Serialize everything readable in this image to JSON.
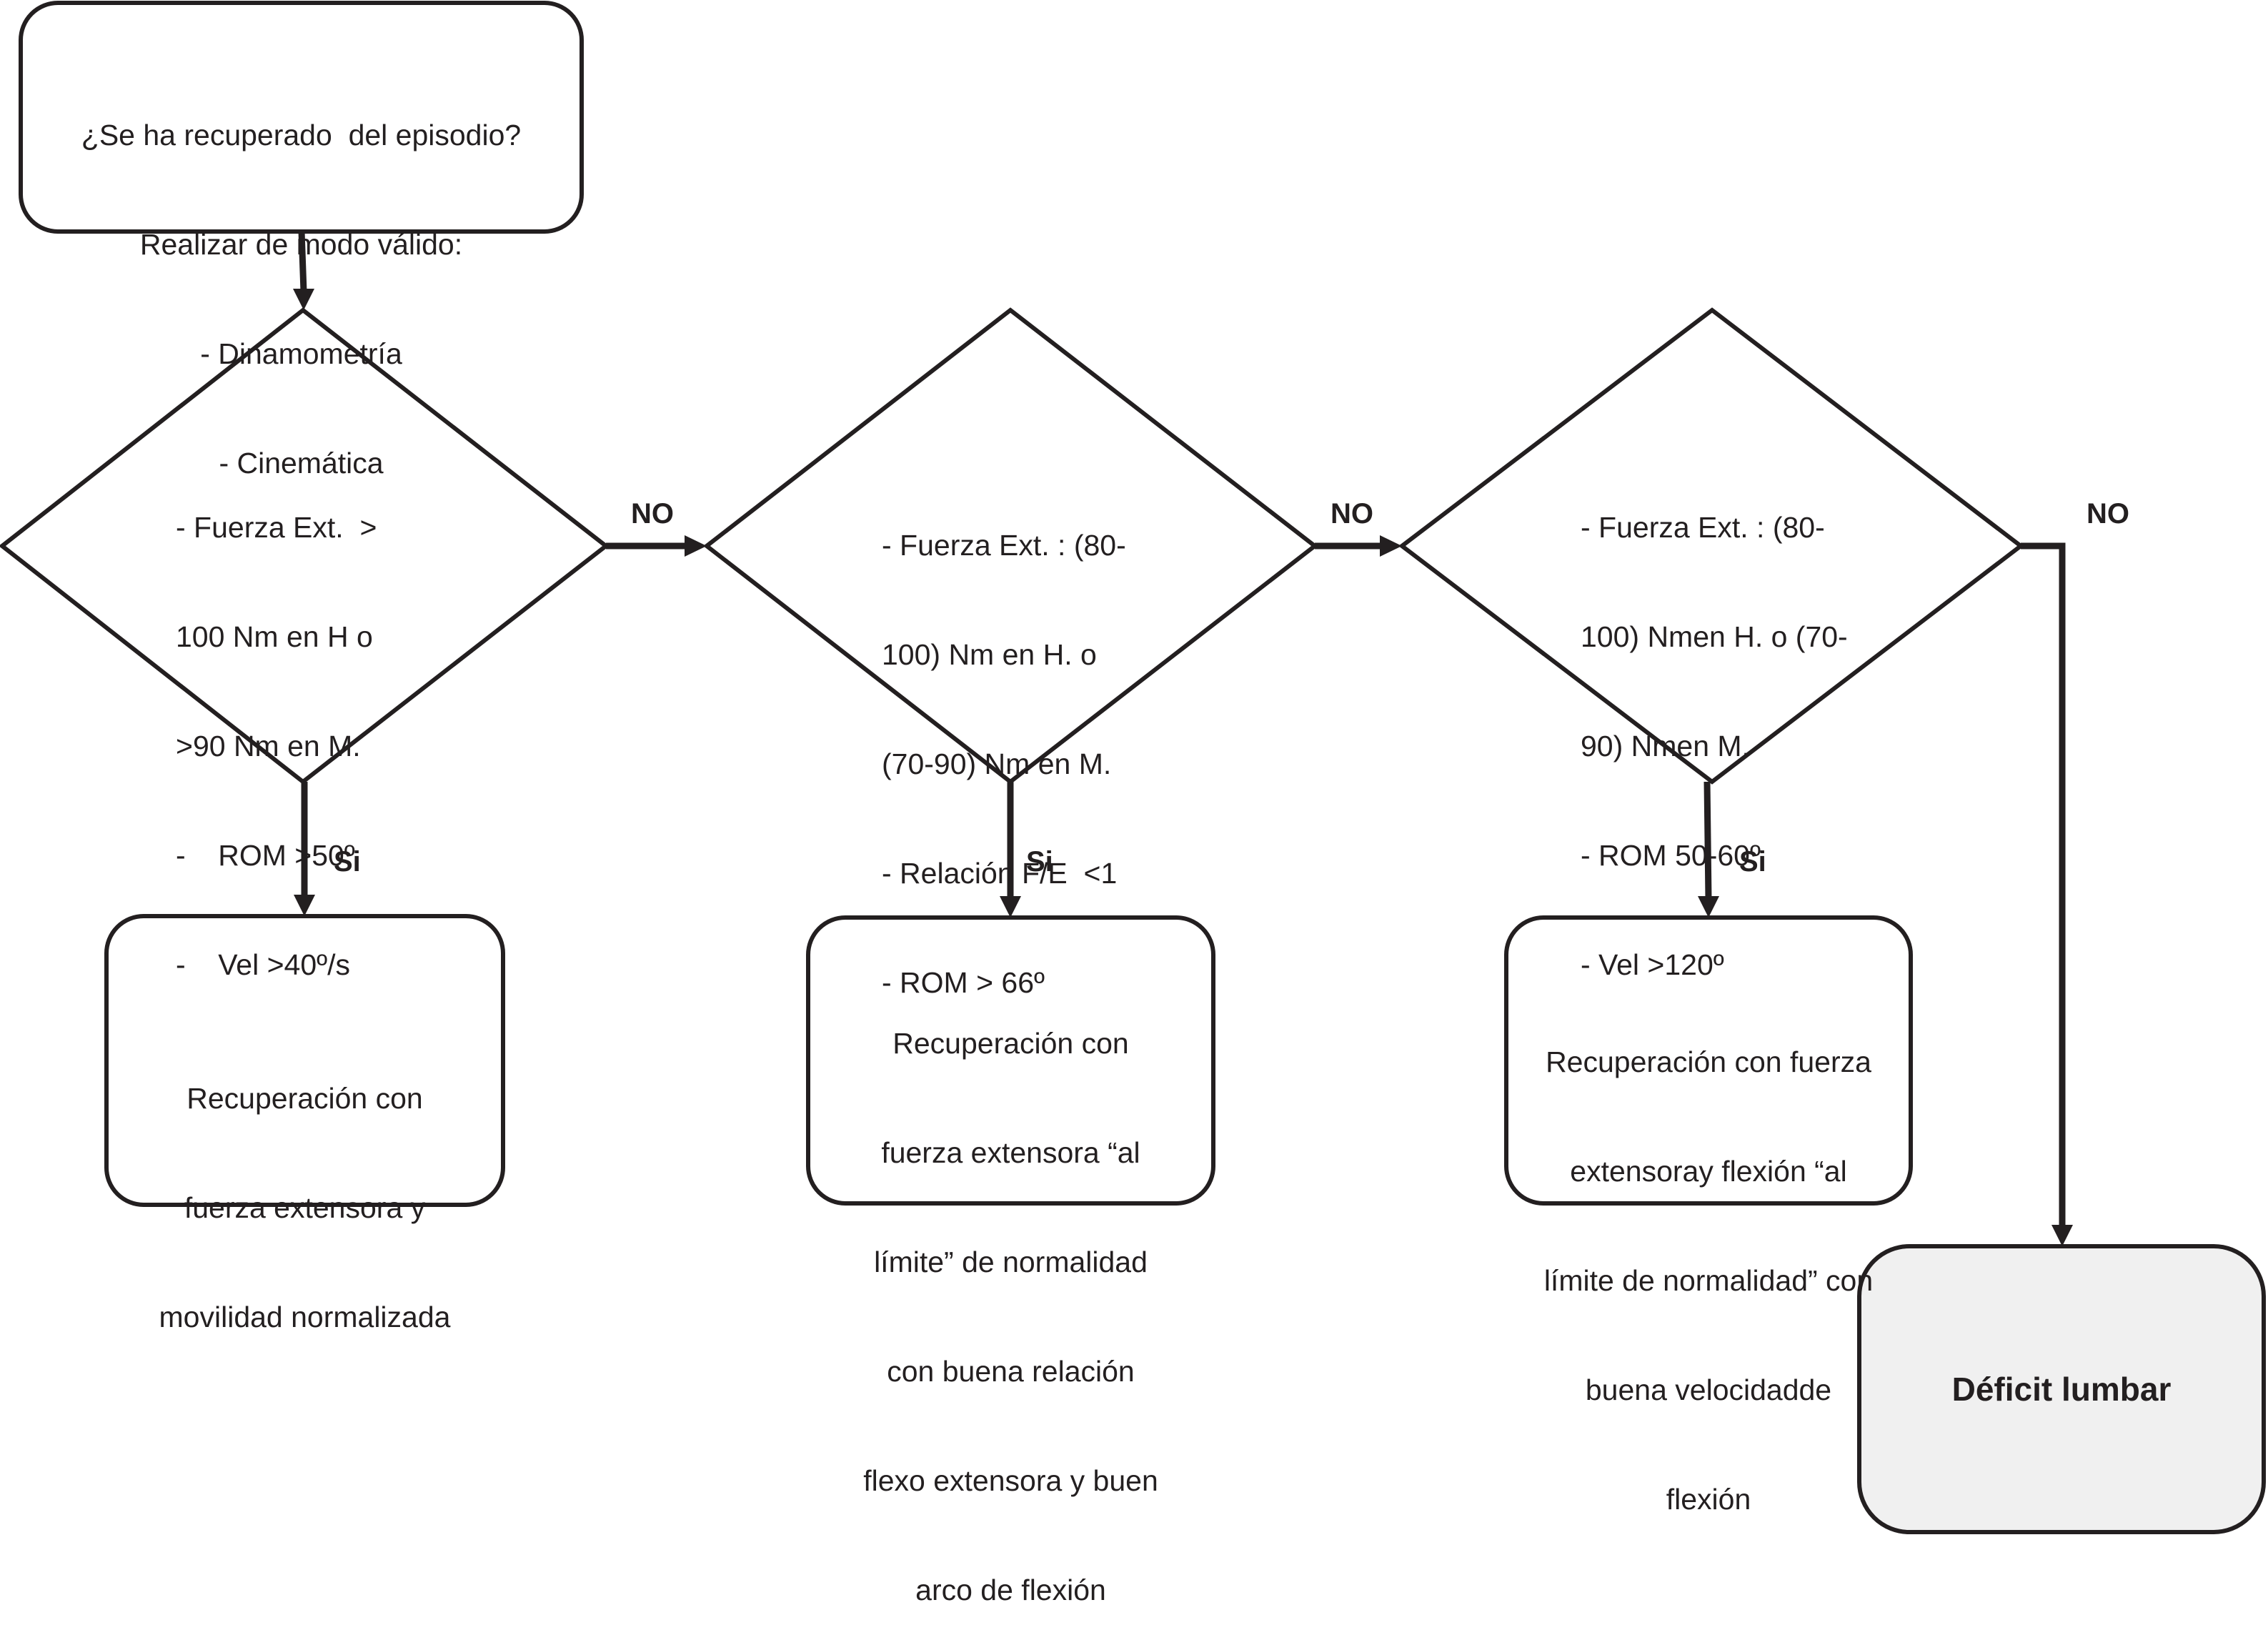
{
  "start": {
    "lines": [
      "¿Se ha recuperado  del episodio?",
      "Realizar de modo válido:",
      "- Dinamometría",
      "- Cinemática"
    ]
  },
  "decision1": {
    "lines": [
      "- Fuerza Ext.  >",
      "100 Nm en H o",
      ">90 Nm en M.",
      "-    ROM >50º",
      "-    Vel >40º/s"
    ]
  },
  "decision2": {
    "lines": [
      "- Fuerza Ext. : (80-",
      "100) Nm en H. o",
      "(70-90) Nm en M.",
      "- Relación F/E  <1",
      "- ROM > 66º"
    ]
  },
  "decision3": {
    "lines": [
      "- Fuerza Ext. : (80-",
      "100) Nmen H. o (70-",
      "90) Nmen M.",
      "- ROM 50-60º",
      "- Vel >120º"
    ]
  },
  "result1": {
    "lines": [
      "Recuperación con",
      "fuerza extensora y",
      "movilidad normalizada"
    ]
  },
  "result2": {
    "lines": [
      "Recuperación con",
      "fuerza extensora “al",
      "límite” de normalidad",
      "con buena relación",
      "flexo extensora y buen",
      "arco de flexión"
    ]
  },
  "result3": {
    "lines": [
      "Recuperación con fuerza",
      "extensoray flexión “al",
      "límite de normalidad” con",
      "buena velocidadde",
      "flexión"
    ]
  },
  "final": {
    "label": "Déficit lumbar"
  },
  "branches": {
    "no": "NO",
    "si": "Si"
  }
}
